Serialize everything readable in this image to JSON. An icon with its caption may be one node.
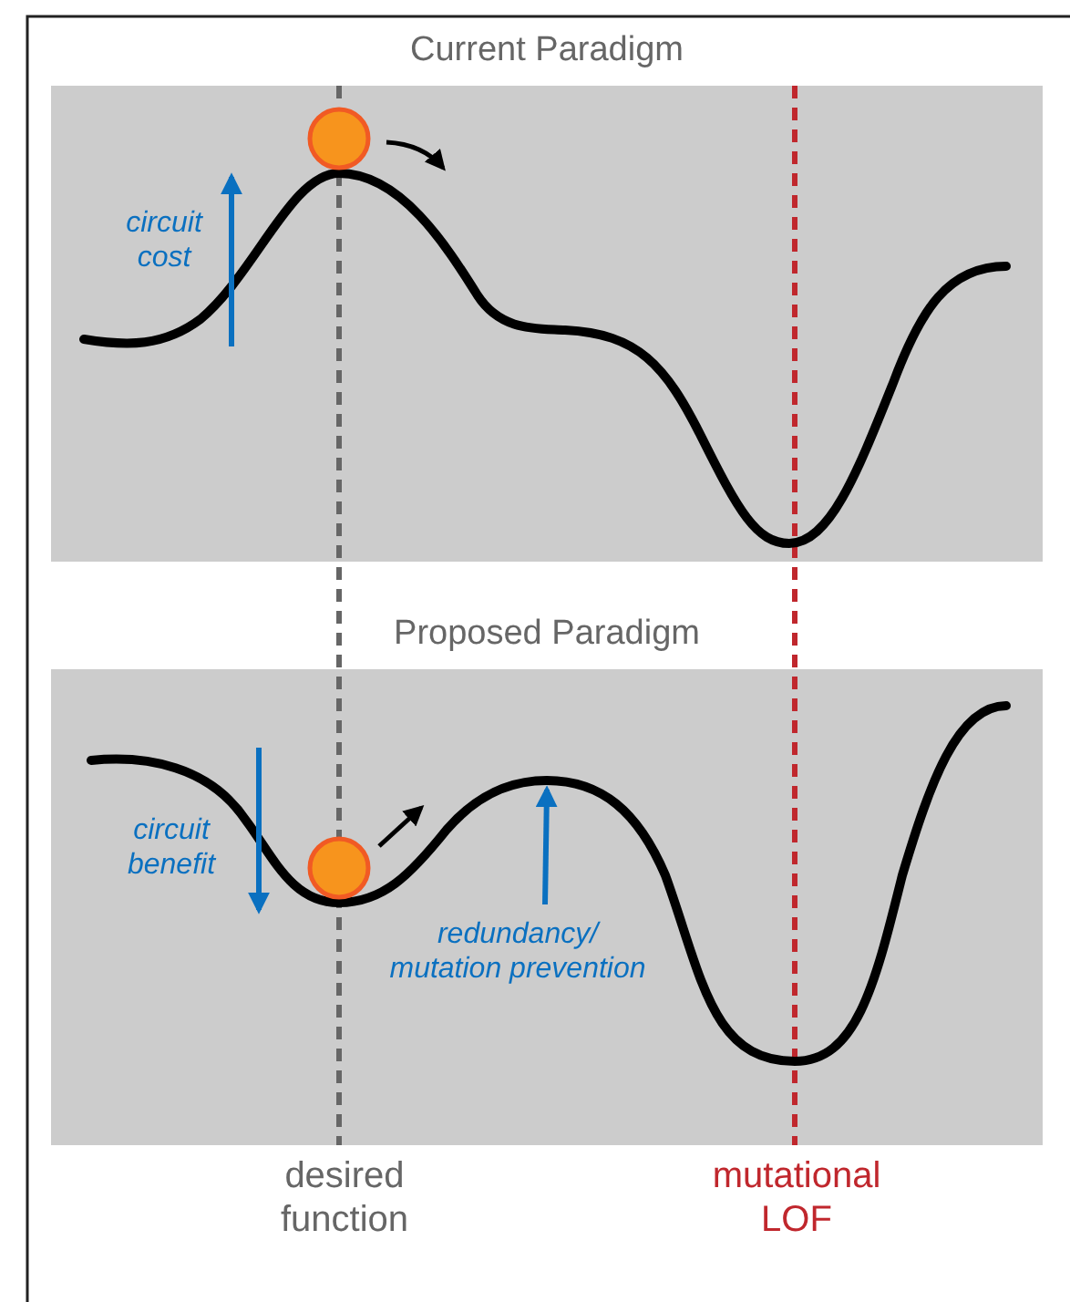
{
  "diagram": {
    "nodes": [
      {
        "text": [
          "Current Paradigm"
        ]
      },
      {
        "text": [
          "Proposed Paradigm"
        ]
      }
    ],
    "labels": [
      "circuit cost",
      "circuit benefit",
      "redundancy/ mutation prevention",
      "desired function",
      "mutational LOF"
    ]
  }
}
